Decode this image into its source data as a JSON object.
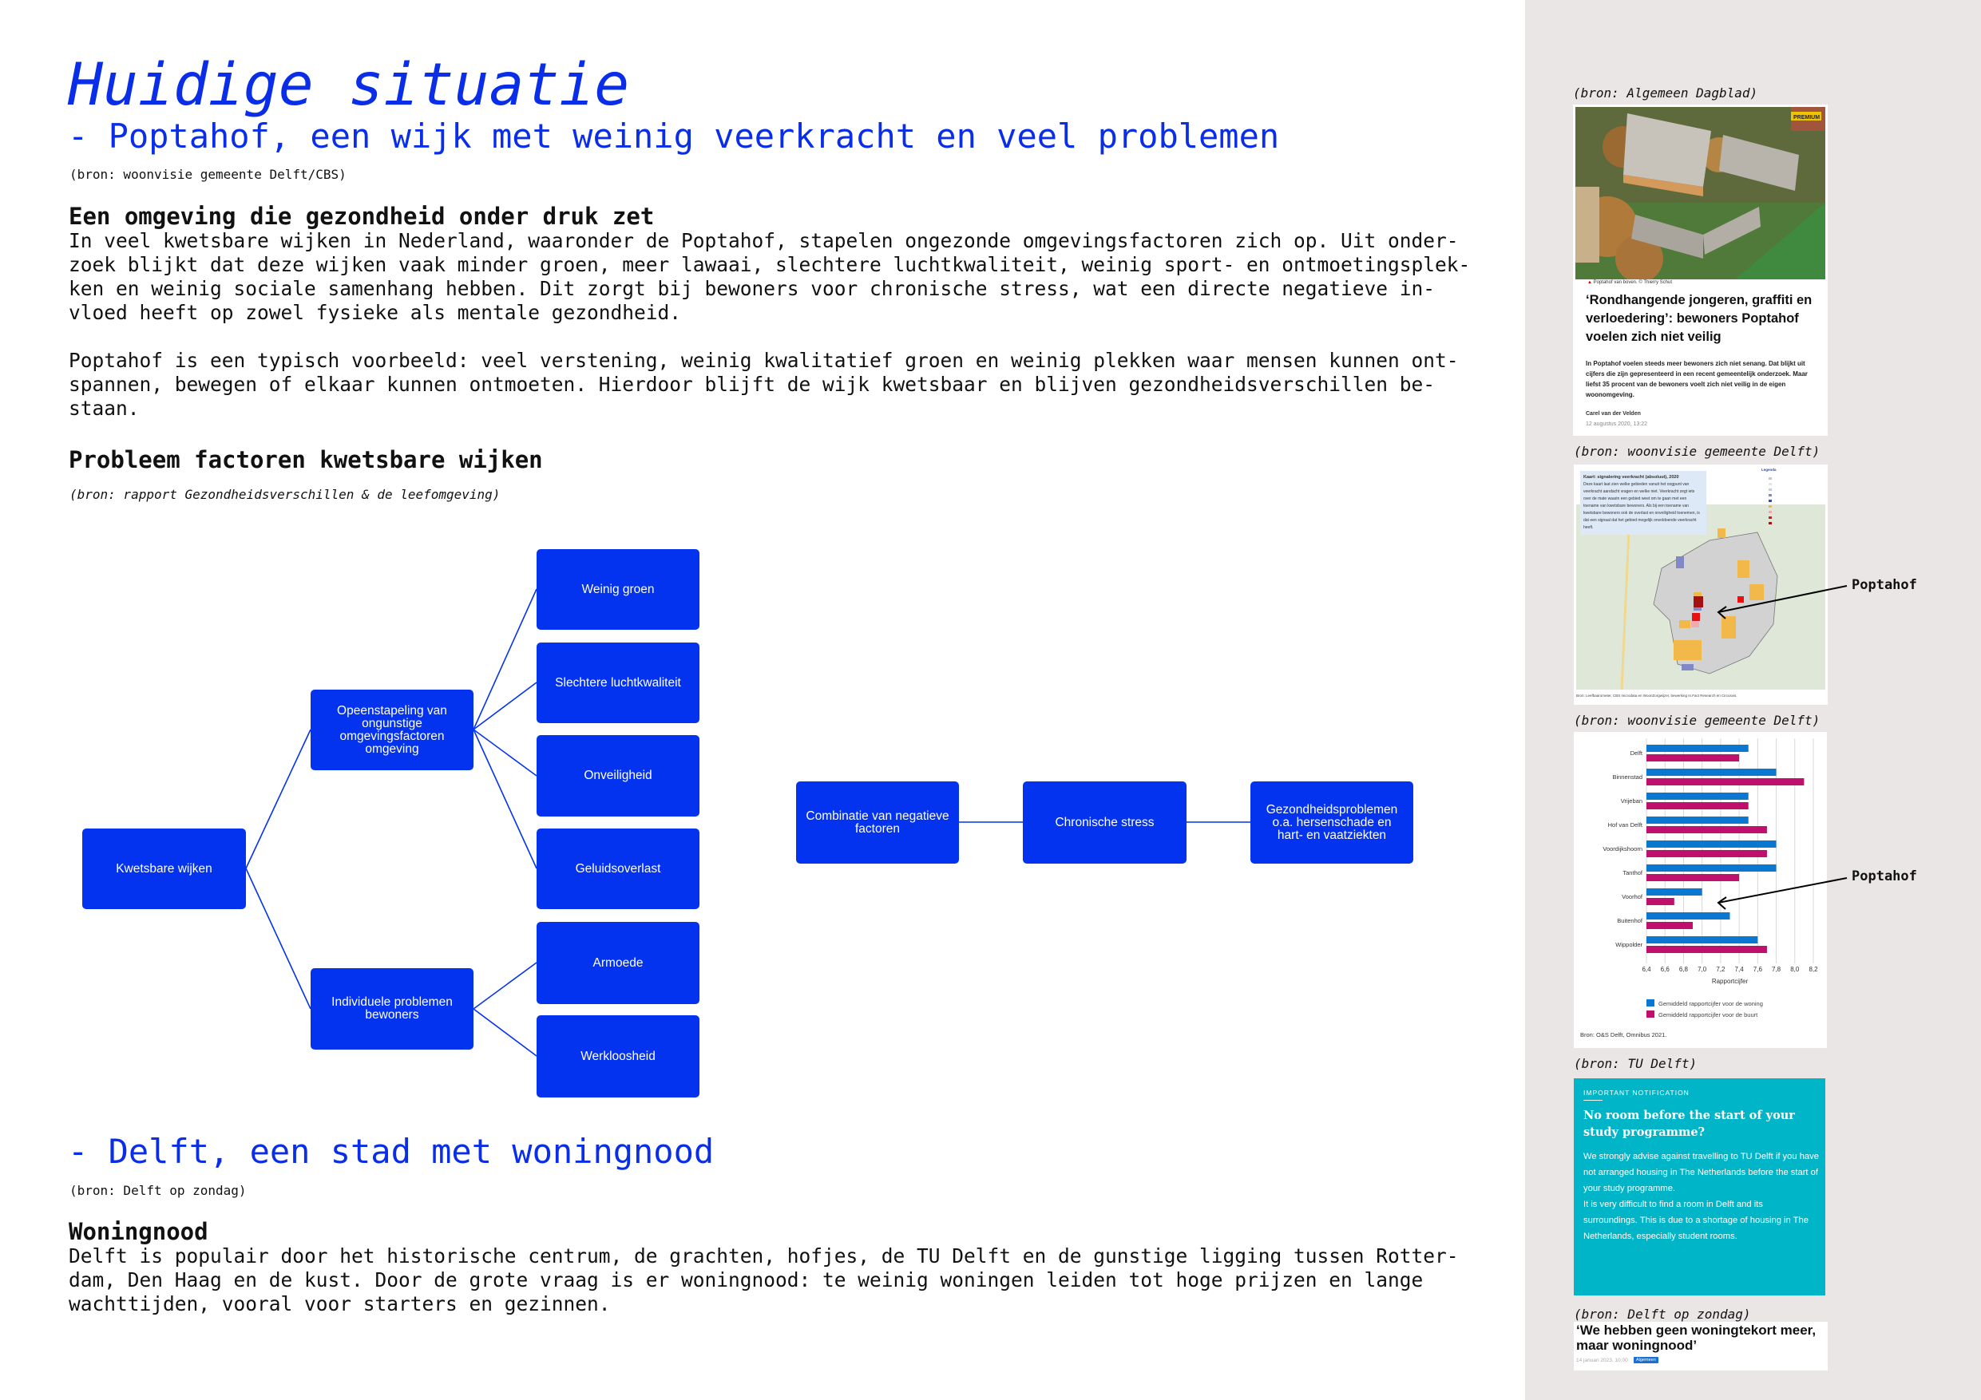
{
  "header": {
    "title": "Huidige situatie",
    "subtitle": "- Poptahof, een wijk met weinig veerkracht en veel problemen",
    "source": "(bron: woonvisie gemeente Delft/CBS)"
  },
  "section_health": {
    "heading": "Een omgeving die gezondheid onder druk zet",
    "paragraph1": [
      "In veel kwetsbare wijken in Nederland, waaronder de Poptahof, stapelen ongezonde omgevingsfactoren zich op. Uit onder-",
      "zoek blijkt dat deze wijken vaak minder groen, meer lawaai, slechtere luchtkwaliteit, weinig sport- en ontmoetingsplek-",
      "ken en weinig sociale samenhang hebben. Dit zorgt bij bewoners voor chronische stress, wat een directe negatieve in-",
      "vloed heeft op zowel fysieke als mentale gezondheid."
    ],
    "paragraph2": [
      "Poptahof is een typisch voorbeeld: veel verstening, weinig kwalitatief groen en weinig plekken waar mensen kunnen ont-",
      "spannen, bewegen of elkaar kunnen ontmoeten. Hierdoor blijft de wijk kwetsbaar en blijven gezondheidsverschillen be-",
      "staan."
    ]
  },
  "section_factors": {
    "heading": "Probleem factoren kwetsbare wijken",
    "source": "(bron: rapport Gezondheidsverschillen & de leefomgeving)"
  },
  "diagram": {
    "root": "Kwetsbare wijken",
    "branch_environment": "Opeenstapeling van ongunstige omgevingsfactoren omgeving",
    "branch_individual": "Individuele problemen bewoners",
    "leaves": [
      "Weinig groen",
      "Slechtere luchtkwaliteit",
      "Onveiligheid",
      "Geluidsoverlast",
      "Armoede",
      "Werkloosheid"
    ],
    "chain": [
      "Combinatie van negatieve factoren",
      "Chronische stress",
      "Gezondheidsproblemen o.a. hersenschade en hart- en vaatziekten"
    ],
    "color": "#0433f0"
  },
  "section_delft": {
    "title": "- Delft, een stad met woningnood",
    "source": "(bron: Delft op zondag)",
    "heading": "Woningnood",
    "paragraph": [
      "Delft is populair door het historische centrum, de grachten, hofjes, de TU Delft en de gunstige ligging tussen Rotter-",
      "dam, Den Haag en de kust. Door de grote vraag is er woningnood: te weinig woningen leiden tot hoge prijzen en lange",
      "wachttijden, vooral voor starters en gezinnen."
    ]
  },
  "sidebar": {
    "ad": {
      "source": "(bron: Algemeen Dagblad)",
      "badge": "PREMIUM",
      "caption": "Poptahof van boven. © Thierry Schut",
      "headline": "‘Rondhangende jongeren, graffiti en verloedering’: bewoners Poptahof voelen zich niet veilig",
      "lead": "In Poptahof voelen steeds meer bewoners zich niet senang. Dat blijkt uit cijfers die zijn gepresenteerd in een recent gemeentelijk onderzoek. Maar liefst 35 procent van de bewoners voelt zich niet veilig in de eigen woonomgeving.",
      "author": "Carel van der Velden",
      "date": "12 augustus 2020, 13:22"
    },
    "map": {
      "source": "(bron: woonvisie gemeente Delft)",
      "title": "Kaart: signalering veerkracht (absoluut), 2020",
      "description": "Deze kaart laat zien welke gebieden vanuit het oogpunt van veerkracht aandacht vragen en welke niet. Veerkracht zegt iets over de mate waarin een gebied weet om te gaan met een toename van kwetsbare bewoners. Als bij een toename van kwetsbare bewoners ook de overlast en onveiligheid toenemen, is dat een signaal dat het gebied mogelijk onvoldoende veerkracht heeft.",
      "legend_title": "Legenda",
      "map_source": "Bron: Leefbaarometer, CBS microdata en WoonZorgwijzer, bewerking In.Fact Research en Circusvis.",
      "annotation": "Poptahof"
    },
    "chart": {
      "source": "(bron: woonvisie gemeente Delft)",
      "annotation": "Poptahof",
      "footnote": "Bron: O&S Delft, Omnibus 2021."
    },
    "tu": {
      "source": "(bron: TU Delft)",
      "label": "IMPORTANT NOTIFICATION",
      "heading": "No room before the start of your study programme?",
      "body1": "We strongly advise against travelling to TU Delft if you have not arranged housing in The Netherlands before the start of your study programme.",
      "body2": "It is very difficult to find a room in Delft and its surroundings. This is due to a shortage of housing in The Netherlands, especially student rooms."
    },
    "dz": {
      "source": "(bron: Delft op zondag)",
      "headline": "‘We hebben geen woningtekort meer,\nmaar woningnood’",
      "date": "14 januari 2023, 10:00",
      "tag": "Algemeen"
    }
  },
  "chart_data": {
    "type": "bar",
    "orientation": "horizontal",
    "categories": [
      "Delft",
      "Binnenstad",
      "Vrijeban",
      "Hof van Delft",
      "Voordijkshoorn",
      "Tanthof",
      "Voorhof",
      "Buitenhof",
      "Wippolder"
    ],
    "series": [
      {
        "name": "Gemiddeld rapportcijfer voor de woning",
        "color": "#0a77d0",
        "values": [
          7.5,
          7.8,
          7.5,
          7.5,
          7.8,
          7.8,
          7.0,
          7.3,
          7.6
        ]
      },
      {
        "name": "Gemiddeld rapportcijfer voor de buurt",
        "color": "#c0106e",
        "values": [
          7.4,
          8.1,
          7.5,
          7.7,
          7.7,
          7.4,
          6.7,
          6.9,
          7.7
        ]
      }
    ],
    "xlabel": "Rapportcijfer",
    "xlim": [
      6.4,
      8.2
    ],
    "xticks": [
      "6,4",
      "6,6",
      "6,8",
      "7,0",
      "7,2",
      "7,4",
      "7,6",
      "7,8",
      "8,0",
      "8,2"
    ],
    "grid": true,
    "legend": "bottom"
  }
}
